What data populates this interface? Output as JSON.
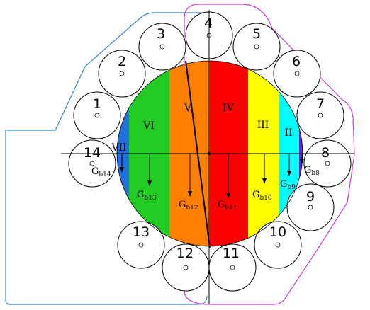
{
  "colors": {
    "blue_outline": "#3a86c8",
    "magenta_outline": "#d23ad2",
    "zone_VII": "#1f6fe0",
    "zone_VI": "#22cc22",
    "zone_V": "#ff7f00",
    "zone_IV": "#ff0000",
    "zone_III": "#ffff00",
    "zone_II": "#00ffff",
    "zone_I": "#6a22d6"
  },
  "balls": [
    {
      "id": "1",
      "label": "1"
    },
    {
      "id": "2",
      "label": "2"
    },
    {
      "id": "3",
      "label": "3"
    },
    {
      "id": "4",
      "label": "4"
    },
    {
      "id": "5",
      "label": "5"
    },
    {
      "id": "6",
      "label": "6"
    },
    {
      "id": "7",
      "label": "7"
    },
    {
      "id": "8",
      "label": "8"
    },
    {
      "id": "9",
      "label": "9"
    },
    {
      "id": "10",
      "label": "10"
    },
    {
      "id": "11",
      "label": "11"
    },
    {
      "id": "12",
      "label": "12"
    },
    {
      "id": "13",
      "label": "13"
    },
    {
      "id": "14",
      "label": "14"
    }
  ],
  "zones": [
    {
      "id": "VII",
      "label": "VII"
    },
    {
      "id": "VI",
      "label": "VI"
    },
    {
      "id": "V",
      "label": "V"
    },
    {
      "id": "IV",
      "label": "IV"
    },
    {
      "id": "III",
      "label": "III"
    },
    {
      "id": "II",
      "label": "II"
    }
  ],
  "forces": [
    {
      "id": "gb14",
      "base": "G",
      "sub": "b14"
    },
    {
      "id": "gb13",
      "base": "G",
      "sub": "b13"
    },
    {
      "id": "gb12",
      "base": "G",
      "sub": "b12"
    },
    {
      "id": "gb11",
      "base": "G",
      "sub": "b11"
    },
    {
      "id": "gb10",
      "base": "G",
      "sub": "b10"
    },
    {
      "id": "gb9",
      "base": "G",
      "sub": "b9"
    },
    {
      "id": "gb8",
      "base": "G",
      "sub": "b8"
    }
  ]
}
